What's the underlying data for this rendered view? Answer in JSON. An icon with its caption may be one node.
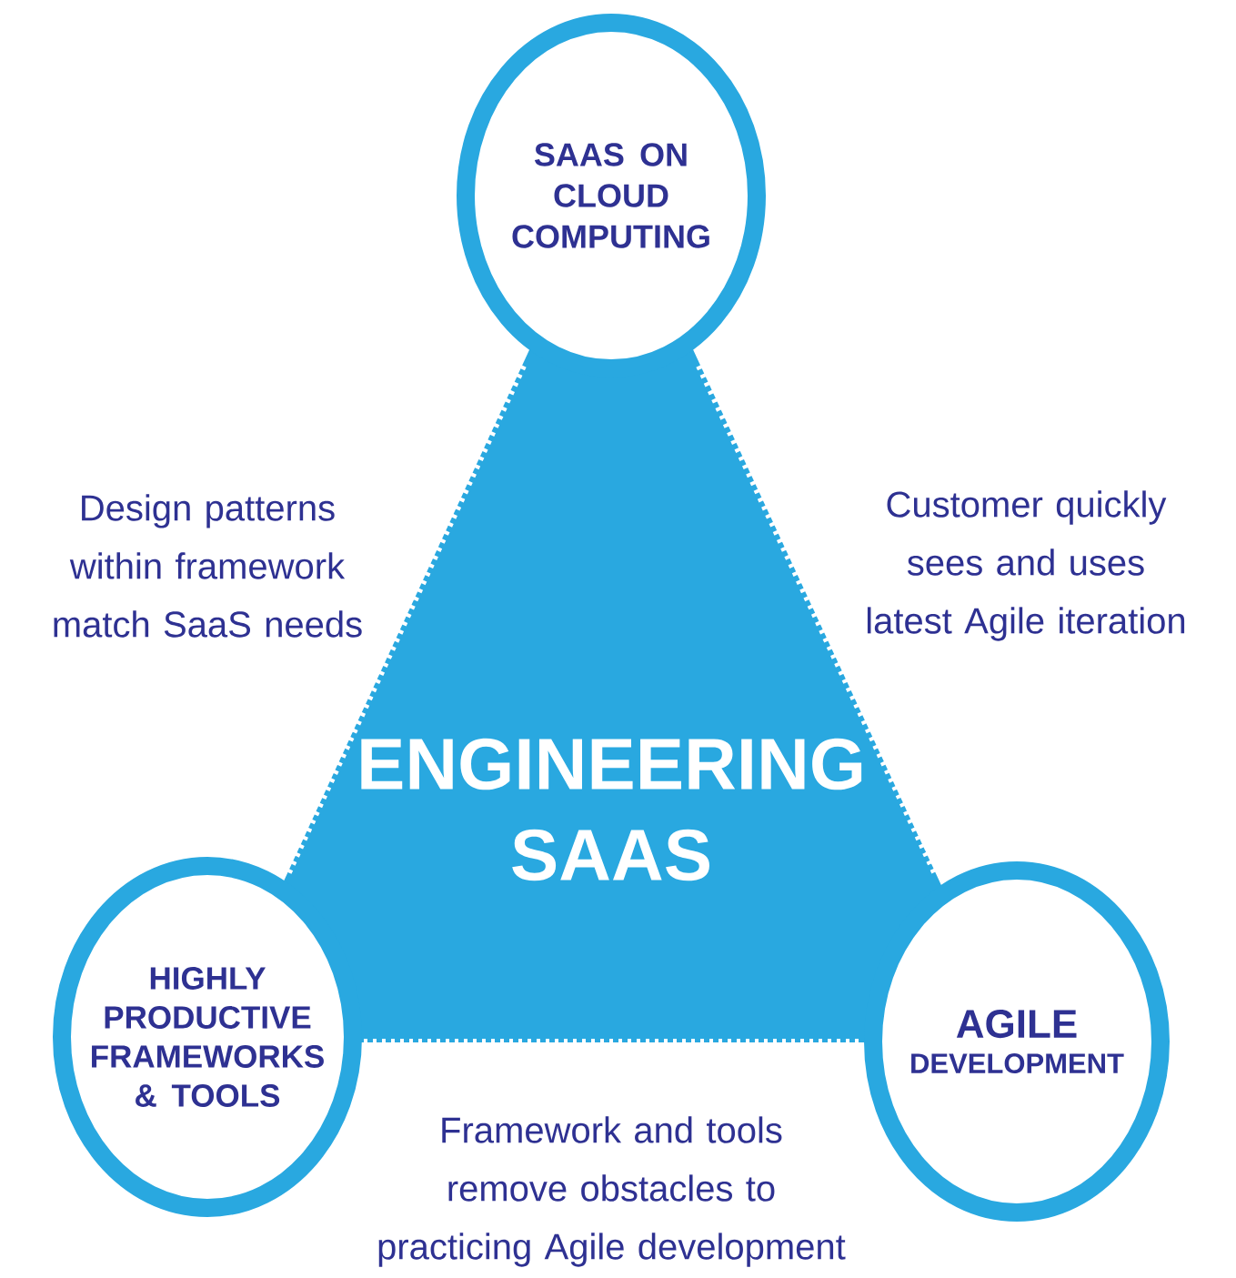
{
  "diagram": {
    "nodes": [
      {
        "text": [
          "SAAS ON CLOUD COMPUTING"
        ]
      },
      {
        "text": [
          "ENGINEERING SAAS"
        ]
      },
      {
        "text": [
          "HIGHLY PRODUCTIVE FRAMEWORKS & TOOLS"
        ]
      },
      {
        "text": [
          "AGILE",
          "DEVELOPMENT"
        ]
      }
    ],
    "labels": [
      "Design patterns within framework match SaaS needs",
      "Customer quickly sees and uses latest Agile iteration",
      "Framework and tools remove obstacles to practicing Agile development"
    ]
  }
}
